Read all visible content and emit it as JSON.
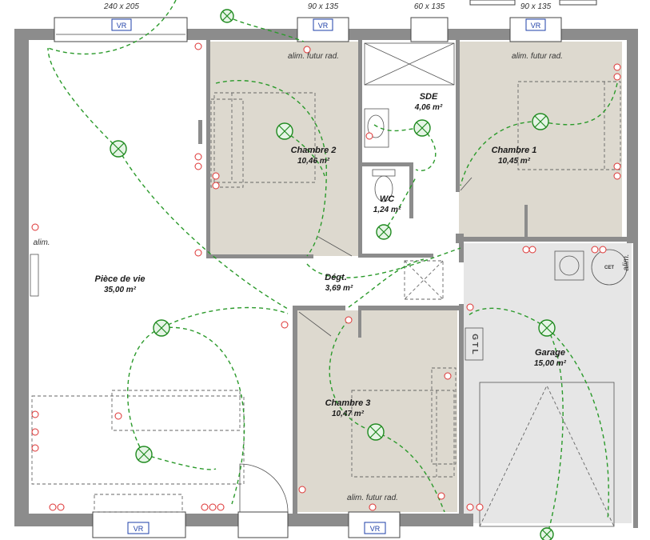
{
  "window_dimensions": {
    "living_top": "240 x 205",
    "bed2_top": "90 x 135",
    "sde_top": "60 x 135",
    "bed1_top": "90 x 135"
  },
  "shutter_label": "VR",
  "rooms": {
    "living": {
      "name": "Pièce de vie",
      "area": "35,00 m²"
    },
    "bed2": {
      "name": "Chambre 2",
      "area": "10,46 m²"
    },
    "sde": {
      "name": "SDE",
      "area": "4,06 m²"
    },
    "bed1": {
      "name": "Chambre 1",
      "area": "10,45 m²"
    },
    "wc": {
      "name": "WC",
      "area": "1,24 m²"
    },
    "hall": {
      "name": "Dégt.",
      "area": "3,69 m²"
    },
    "bed3": {
      "name": "Chambre 3",
      "area": "10,47 m²"
    },
    "garage": {
      "name": "Garage",
      "area": "15,00 m²"
    }
  },
  "notes": {
    "radiator_supply": "alim. futur rad.",
    "supply": "alim."
  },
  "equipment": {
    "water_heater": "CET",
    "gtl": "G T L"
  },
  "colors": {
    "wall": "#8c8c8c",
    "room_fill": "#ddd9cf",
    "garage_fill": "#e6e6e6",
    "wiring": "#2b9a2b",
    "socket": "#d33333",
    "shutter": "#1e3fa8"
  }
}
